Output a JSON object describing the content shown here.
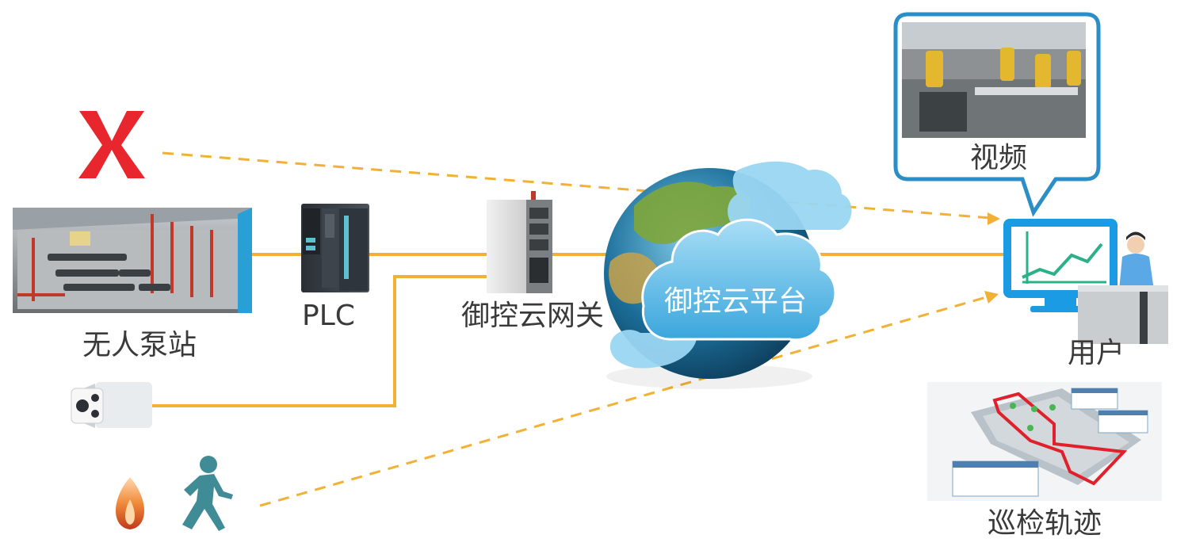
{
  "labels": {
    "pump_station": "无人泵站",
    "plc": "PLC",
    "gateway": "御控云网关",
    "cloud_platform": "御控云平台",
    "user": "用户",
    "video": "视频",
    "patrol_track": "巡检轨迹"
  },
  "colors": {
    "link": "#f2b134",
    "x_mark": "#e8262d",
    "bubble_border": "#2b8ec7",
    "monitor": "#1a9be3",
    "cloud": "#73c4ec",
    "patrol_path": "#e0202a"
  }
}
